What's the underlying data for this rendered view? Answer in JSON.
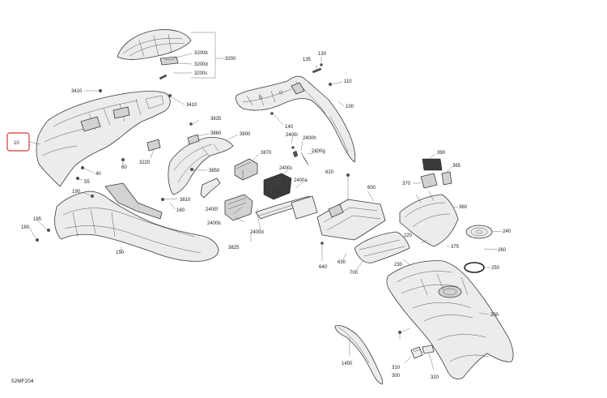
{
  "diagram": {
    "code": "52MF204",
    "highlighted_callout": "10",
    "callouts": {
      "c3200": "3200",
      "c3200b": "3200b",
      "c3200d": "3200d",
      "c3200c": "3200c",
      "c135": "135",
      "c130": "130",
      "c110": "110",
      "c100": "100",
      "c140": "140",
      "c3410a": "3410",
      "c3410b": "3410",
      "c10": "10",
      "c40": "40",
      "c55": "55",
      "c60": "60",
      "c3220": "3220",
      "c3835": "3835",
      "c3860": "3860",
      "c3800": "3800",
      "c3870": "3870",
      "c3850": "3850",
      "c3810": "3810",
      "c160": "160",
      "c2400i": "2400i",
      "c2400h": "2400h",
      "c2400g": "2400g",
      "c2400c": "2400c",
      "c2400a": "2400a",
      "c2400f": "2400f",
      "c2400b": "2400b",
      "c2400d": "2400d",
      "c3825": "3825",
      "c190": "190",
      "c185": "185",
      "c180": "180",
      "c150": "150",
      "c620": "620",
      "c600": "600",
      "c640": "640",
      "c630": "630",
      "c700": "700",
      "c390": "390",
      "c365": "365",
      "c370": "370",
      "c360": "360",
      "c240": "240",
      "c260": "260",
      "c250": "250",
      "c220": "220",
      "c375": "375",
      "c230": "230",
      "c200": "200",
      "c1450": "1450",
      "c310": "310",
      "c300": "300",
      "c320": "320"
    }
  }
}
